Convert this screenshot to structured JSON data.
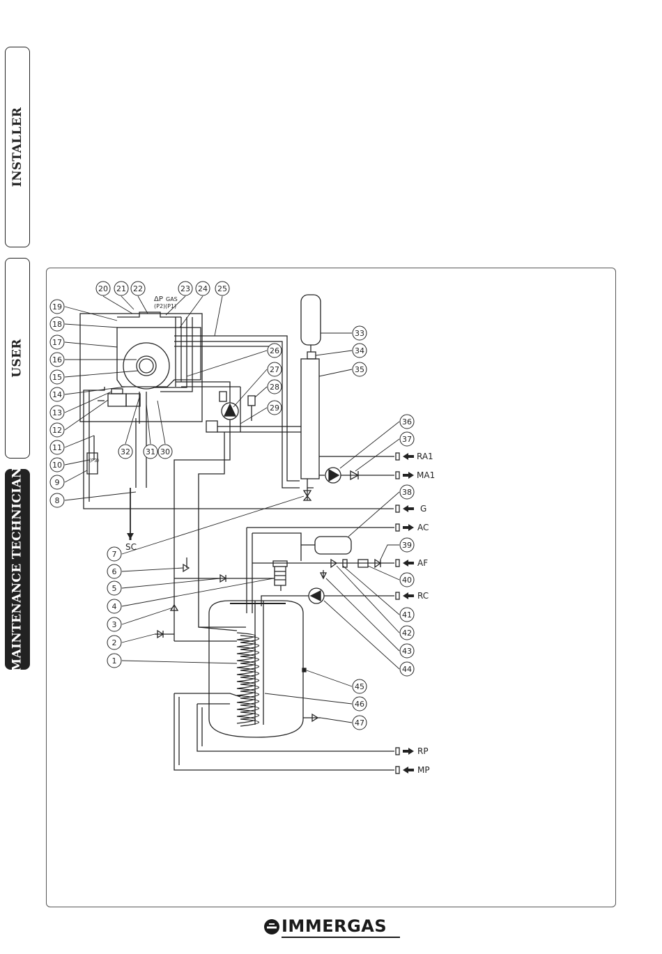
{
  "tabs": [
    {
      "label": "INSTALLER",
      "active": false
    },
    {
      "label": "USER",
      "active": false
    },
    {
      "label": "MAINTENANCE TECHNICIAN",
      "active": true
    }
  ],
  "diagram": {
    "callouts": [
      "1",
      "2",
      "3",
      "4",
      "5",
      "6",
      "7",
      "8",
      "9",
      "10",
      "11",
      "12",
      "13",
      "14",
      "15",
      "16",
      "17",
      "18",
      "19",
      "20",
      "21",
      "22",
      "23",
      "24",
      "25",
      "26",
      "27",
      "28",
      "29",
      "30",
      "31",
      "32",
      "33",
      "34",
      "35",
      "36",
      "37",
      "38",
      "39",
      "40",
      "41",
      "42",
      "43",
      "44",
      "45",
      "46",
      "47"
    ],
    "top_labels": {
      "delta_p": "ΔP",
      "p2": "(P2)",
      "gas": "GAS",
      "p1": "(P1)",
      "p3": "(P3)"
    },
    "connections": [
      "RA1",
      "MA1",
      "G",
      "AC",
      "AF",
      "RC",
      "RP",
      "MP"
    ],
    "drain": "SC"
  },
  "brand": {
    "name": "IMMERGAS"
  }
}
